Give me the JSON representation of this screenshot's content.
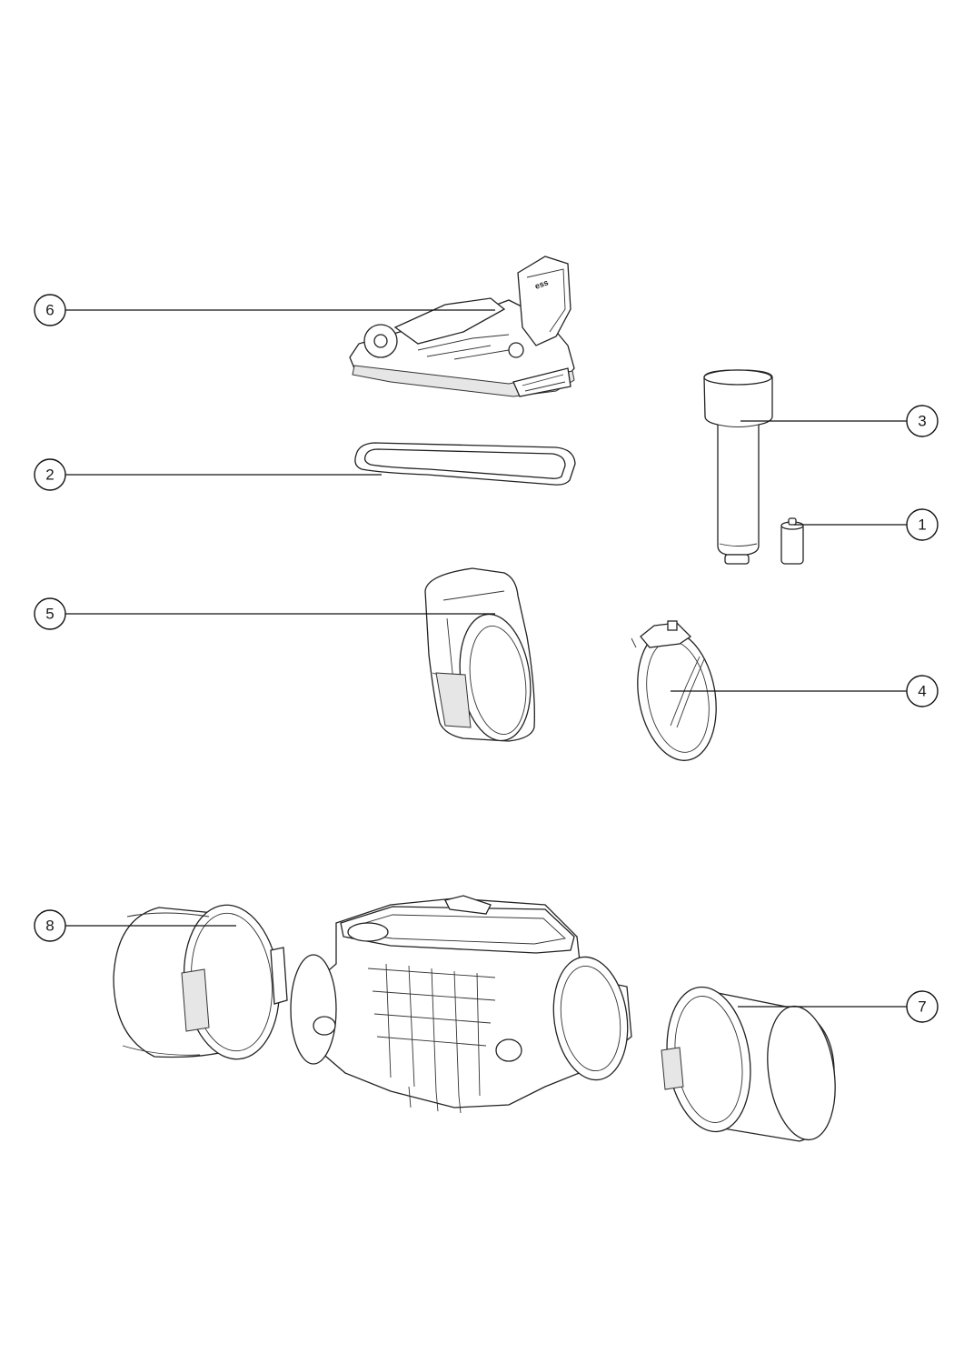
{
  "callouts": [
    {
      "number": "1",
      "part": "battery"
    },
    {
      "number": "2",
      "part": "lid-gasket"
    },
    {
      "number": "3",
      "part": "adapter-tool"
    },
    {
      "number": "4",
      "part": "flap-valve"
    },
    {
      "number": "5",
      "part": "flap-housing"
    },
    {
      "number": "6",
      "part": "cover-with-motor"
    },
    {
      "number": "7",
      "part": "outlet-end-cap"
    },
    {
      "number": "8",
      "part": "inlet-adapter-ring"
    }
  ],
  "logo": {
    "text": "ess"
  }
}
